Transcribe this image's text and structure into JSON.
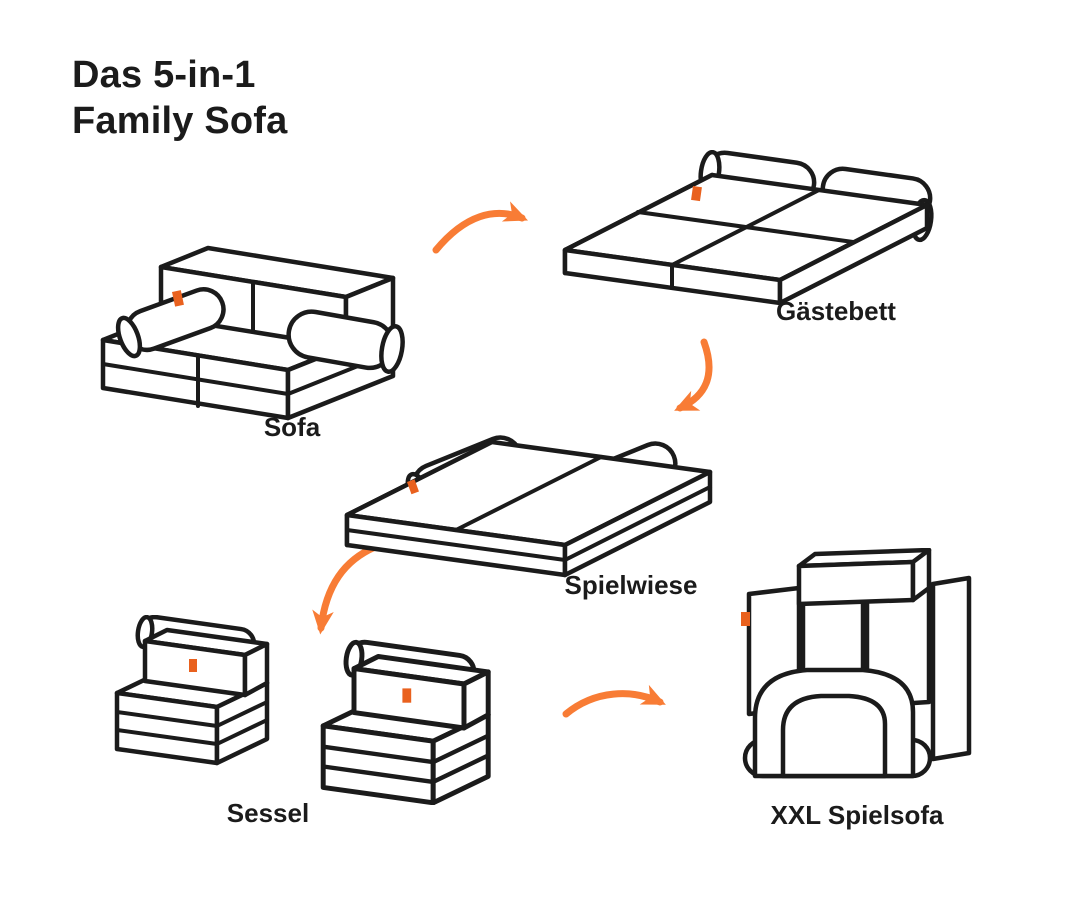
{
  "title": {
    "line1": "Das 5-in-1",
    "line2": "Family Sofa"
  },
  "colors": {
    "ink": "#1b1b1b",
    "accent_arrow": "#f87c35",
    "brand_tag": "#e9611e",
    "background": "#ffffff"
  },
  "stages": [
    {
      "id": "sofa",
      "label": "Sofa"
    },
    {
      "id": "gaestebett",
      "label": "Gästebett"
    },
    {
      "id": "spielwiese",
      "label": "Spielwiese"
    },
    {
      "id": "sessel",
      "label": "Sessel"
    },
    {
      "id": "xxl-spielsofa",
      "label": "XXL Spielsofa"
    }
  ],
  "diagram": {
    "type": "transformation-flow",
    "arrows": [
      {
        "from": "sofa",
        "to": "gaestebett"
      },
      {
        "from": "gaestebett",
        "to": "spielwiese"
      },
      {
        "from": "spielwiese",
        "to": "sessel"
      },
      {
        "from": "sessel",
        "to": "xxl-spielsofa"
      }
    ]
  }
}
